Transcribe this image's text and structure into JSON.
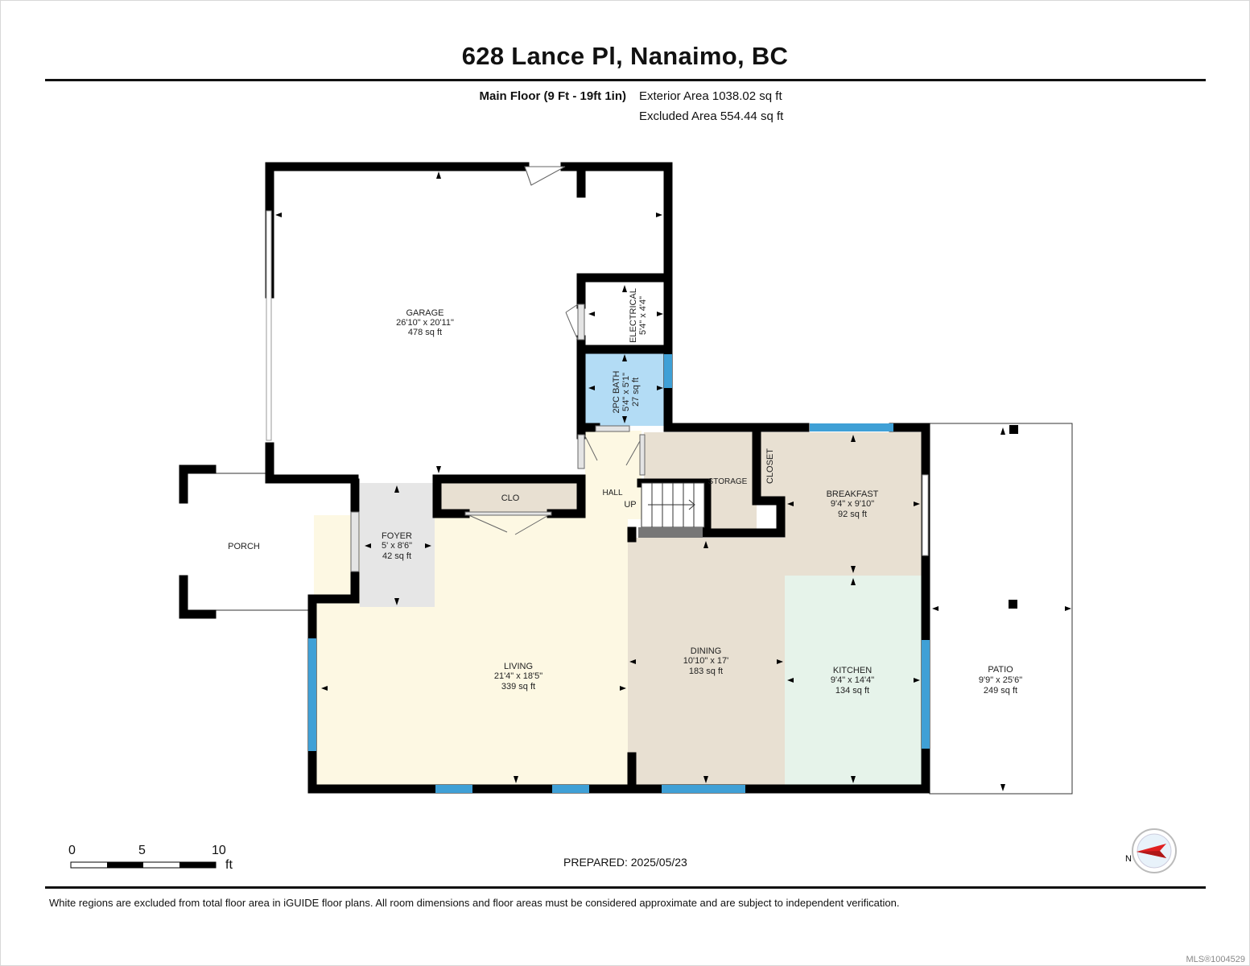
{
  "header": {
    "title": "628 Lance Pl, Nanaimo, BC",
    "floor_label": "Main Floor (9 Ft - 19ft 1in)",
    "exterior_area": "Exterior Area 1038.02 sq ft",
    "excluded_area": "Excluded Area 554.44 sq ft"
  },
  "rooms": {
    "garage": {
      "name": "GARAGE",
      "dims": "26'10\" x 20'11\"",
      "area": "478 sq ft"
    },
    "electrical": {
      "name": "ELECTRICAL",
      "dims": "5'4\" x 4'4\""
    },
    "bath": {
      "name": "2PC BATH",
      "dims": "5'4\" x 5'1\"",
      "area": "27 sq ft"
    },
    "porch": {
      "name": "PORCH"
    },
    "foyer": {
      "name": "FOYER",
      "dims": "5' x 8'6\"",
      "area": "42 sq ft"
    },
    "clo": {
      "name": "CLO"
    },
    "hall": {
      "name": "HALL"
    },
    "up": {
      "name": "UP"
    },
    "storage": {
      "name": "STORAGE"
    },
    "closet": {
      "name": "CLOSET"
    },
    "breakfast": {
      "name": "BREAKFAST",
      "dims": "9'4\" x 9'10\"",
      "area": "92 sq ft"
    },
    "living": {
      "name": "LIVING",
      "dims": "21'4\" x 18'5\"",
      "area": "339 sq ft"
    },
    "dining": {
      "name": "DINING",
      "dims": "10'10\" x 17'",
      "area": "183 sq ft"
    },
    "kitchen": {
      "name": "KITCHEN",
      "dims": "9'4\" x 14'4\"",
      "area": "134 sq ft"
    },
    "patio": {
      "name": "PATIO",
      "dims": "9'9\" x 25'6\"",
      "area": "249 sq ft"
    }
  },
  "colors": {
    "living": "#fdf8e3",
    "dining": "#e8e0d2",
    "kitchen": "#e6f3ea",
    "breakfast": "#e8e0d2",
    "storage": "#e8e0d2",
    "foyer": "#e6e6e6",
    "bath": "#b3dcf5",
    "window": "#3fa0d6",
    "wall": "#000000"
  },
  "scale_bar": {
    "labels": [
      "0",
      "5",
      "10"
    ],
    "unit": "ft"
  },
  "compass": {
    "direction_label": "N"
  },
  "footer": {
    "prepared": "PREPARED: 2025/05/23",
    "disclaimer": "White regions are excluded from total floor area in iGUIDE floor plans. All room dimensions and floor areas must be considered approximate and are subject to independent verification.",
    "mls": "MLS®1004529"
  }
}
